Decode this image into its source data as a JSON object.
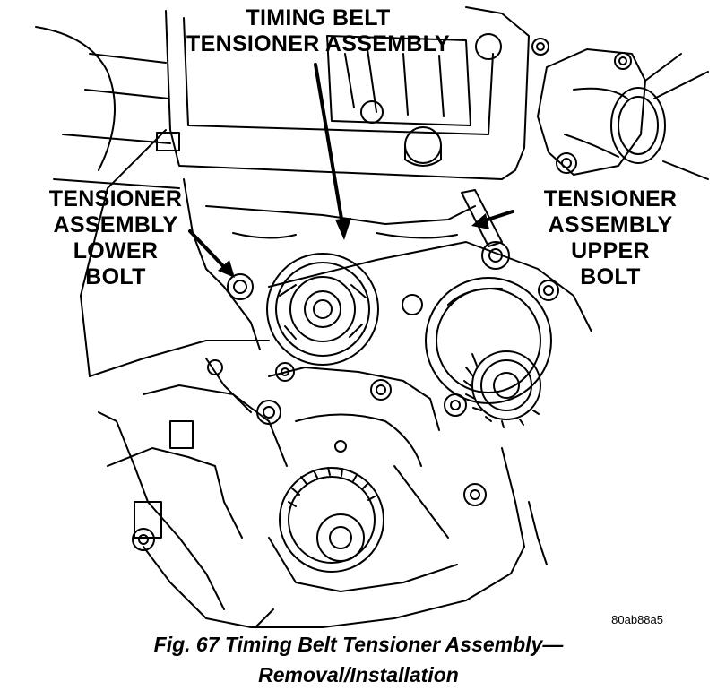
{
  "callouts": {
    "timing_belt_tensioner_assembly": [
      "TIMING BELT",
      "TENSIONER ASSEMBLY"
    ],
    "tensioner_assembly_lower_bolt": [
      "TENSIONER",
      "ASSEMBLY",
      "LOWER",
      "BOLT"
    ],
    "tensioner_assembly_upper_bolt": [
      "TENSIONER",
      "ASSEMBLY",
      "UPPER",
      "BOLT"
    ]
  },
  "figure_id": "80ab88a5",
  "caption": [
    "Fig. 67 Timing Belt Tensioner Assembly—",
    "Removal/Installation"
  ]
}
